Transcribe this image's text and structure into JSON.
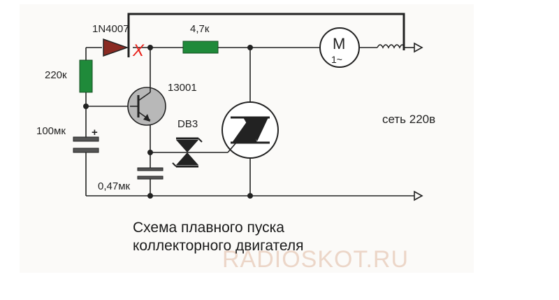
{
  "components": {
    "diode": "1N4007",
    "resistor_top": "4,7к",
    "resistor_left": "220к",
    "transistor": "13001",
    "diac": "DB3",
    "capacitor_main": "100мк",
    "capacitor_small": "0,47мк",
    "motor_letter": "M",
    "motor_ac": "1~"
  },
  "labels": {
    "network": "сеть 220в",
    "polarity": "+",
    "cross_mark": "X"
  },
  "caption": {
    "line1": "Схема плавного пуска",
    "line2": "коллекторного двигателя"
  },
  "watermark": "RADIOSKOT.RU",
  "colors": {
    "wire": "#222222",
    "resistor_fill": "#1f8a3a",
    "diode_fill": "#8a2a22",
    "cross": "#e8231c",
    "watermark": "#ecd6c8"
  }
}
